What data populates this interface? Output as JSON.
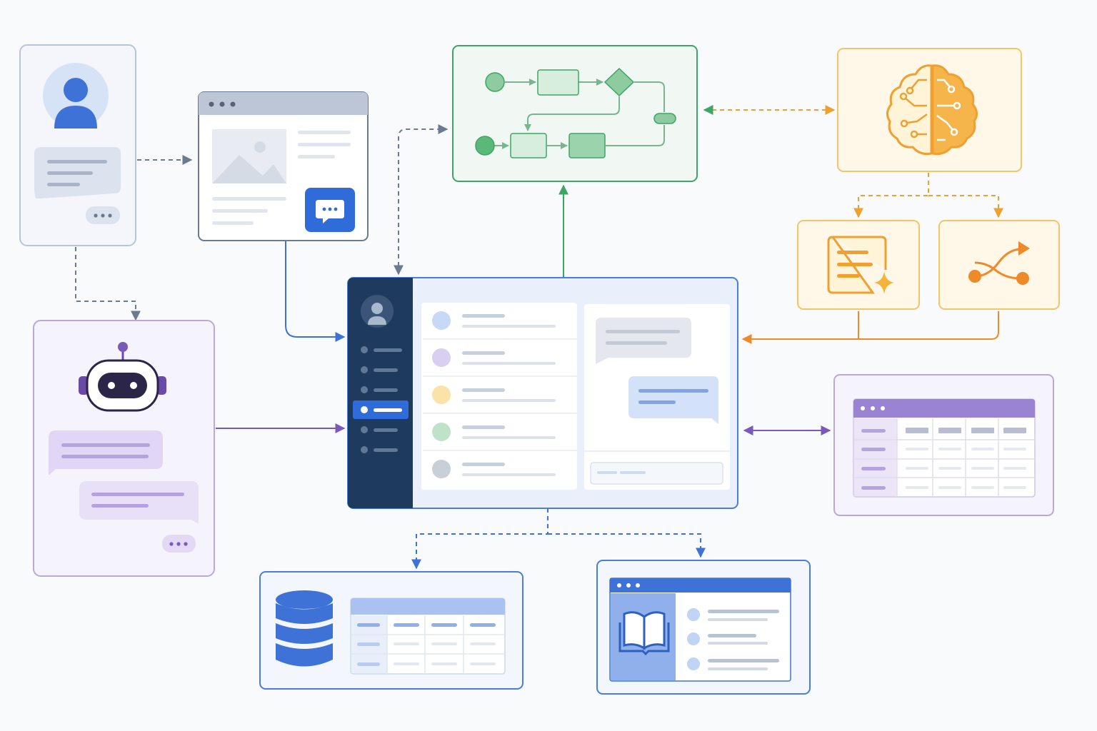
{
  "diagram": {
    "nodes": [
      {
        "id": "user-chat",
        "icon": "user-avatar-icon"
      },
      {
        "id": "web-page",
        "icon": "chat-bubble-icon"
      },
      {
        "id": "workflow",
        "icon": "flowchart-icon"
      },
      {
        "id": "ai-brain",
        "icon": "brain-circuit-icon"
      },
      {
        "id": "ai-document",
        "icon": "document-sparkle-icon"
      },
      {
        "id": "ai-routing",
        "icon": "branch-route-icon"
      },
      {
        "id": "bot-chat",
        "icon": "robot-icon"
      },
      {
        "id": "central-app",
        "icon": "dashboard-icon"
      },
      {
        "id": "data-table",
        "icon": "table-icon"
      },
      {
        "id": "database",
        "icon": "database-icon"
      },
      {
        "id": "knowledge-base",
        "icon": "open-book-icon"
      }
    ],
    "edges": [
      {
        "from": "user-chat",
        "to": "web-page",
        "style": "dashed"
      },
      {
        "from": "user-chat",
        "to": "bot-chat",
        "style": "dashed"
      },
      {
        "from": "web-page",
        "to": "central-app",
        "style": "solid"
      },
      {
        "from": "central-app",
        "to": "workflow",
        "style": "dashed",
        "bidirectional": true
      },
      {
        "from": "central-app",
        "to": "workflow",
        "style": "solid"
      },
      {
        "from": "workflow",
        "to": "ai-brain",
        "style": "dashed",
        "bidirectional": true
      },
      {
        "from": "ai-brain",
        "to": "ai-document",
        "style": "dashed"
      },
      {
        "from": "ai-brain",
        "to": "ai-routing",
        "style": "dashed"
      },
      {
        "from": "ai-document",
        "to": "central-app",
        "style": "solid"
      },
      {
        "from": "ai-routing",
        "to": "central-app",
        "style": "solid"
      },
      {
        "from": "bot-chat",
        "to": "central-app",
        "style": "solid"
      },
      {
        "from": "central-app",
        "to": "data-table",
        "style": "solid",
        "bidirectional": true
      },
      {
        "from": "central-app",
        "to": "database",
        "style": "dashed"
      },
      {
        "from": "central-app",
        "to": "knowledge-base",
        "style": "dashed"
      }
    ]
  },
  "colors": {
    "gray": "#6b7a90",
    "blue": "#3f72d6",
    "green": "#3da566",
    "orange": "#f0a030",
    "purple": "#7a5ab8",
    "navy": "#1e3a5c"
  }
}
